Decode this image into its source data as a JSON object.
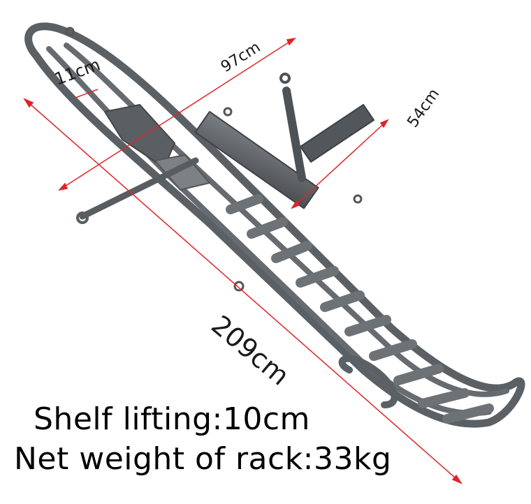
{
  "dimensions": {
    "length": "209cm",
    "width": "97cm",
    "channel_width": "11cm",
    "receiver_width": "54cm"
  },
  "captions": {
    "line1": "Shelf lifting:10cm",
    "line2": "Net weight of rack:33kg"
  },
  "colors": {
    "rack_metal": "#5f6469",
    "rack_dark": "#3e4246",
    "dimension_line": "#e0242a",
    "text": "#000000"
  }
}
